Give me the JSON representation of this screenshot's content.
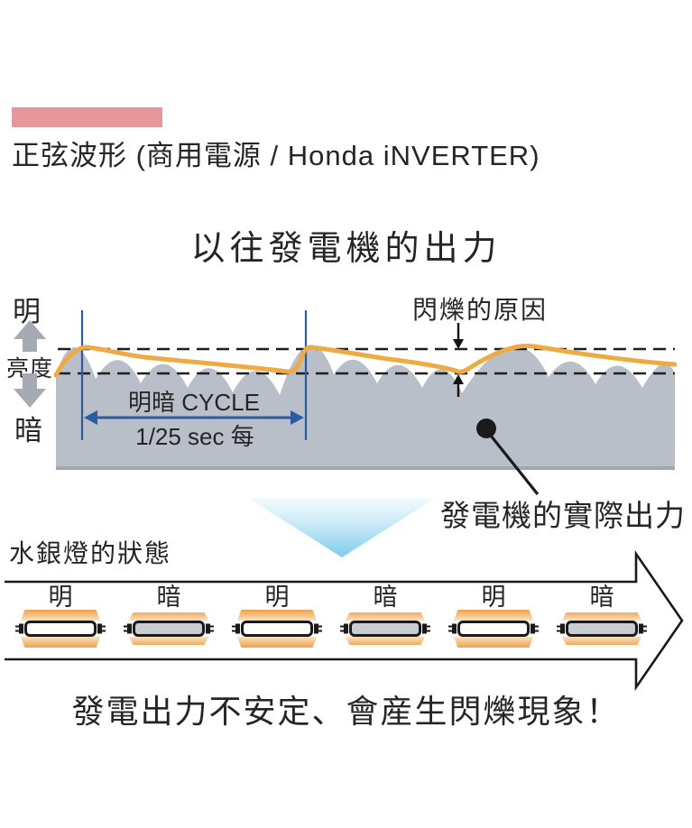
{
  "header": {
    "accent_bar_color": "#e9969b",
    "title": "正弦波形 (商用電源 / Honda iNVERTER)"
  },
  "generator_chart": {
    "heading": "以往發電機的出力",
    "axis": {
      "bright_label": "明",
      "brightness_label": "亮度",
      "dark_label": "暗"
    },
    "flicker_cause_label": "閃爍的原因",
    "cycle_label": "明暗 CYCLE",
    "cycle_duration": "1/25 sec 每",
    "actual_output_label": "發電機的實際出力",
    "colors": {
      "envelope_orange": "#eeab43",
      "output_area_gray": "#b9bfc9",
      "cycle_blue": "#2e5aa0",
      "dashed_black": "#1e1e1e"
    }
  },
  "lamp_section": {
    "title": "水銀燈的狀態",
    "lamps": [
      {
        "label": "明",
        "state": "bright"
      },
      {
        "label": "暗",
        "state": "dark"
      },
      {
        "label": "明",
        "state": "bright"
      },
      {
        "label": "暗",
        "state": "dark"
      },
      {
        "label": "明",
        "state": "bright"
      },
      {
        "label": "暗",
        "state": "dark"
      }
    ],
    "glow_color": "#efa14e"
  },
  "footer": {
    "message": "發電出力不安定、會産生閃爍現象！"
  }
}
